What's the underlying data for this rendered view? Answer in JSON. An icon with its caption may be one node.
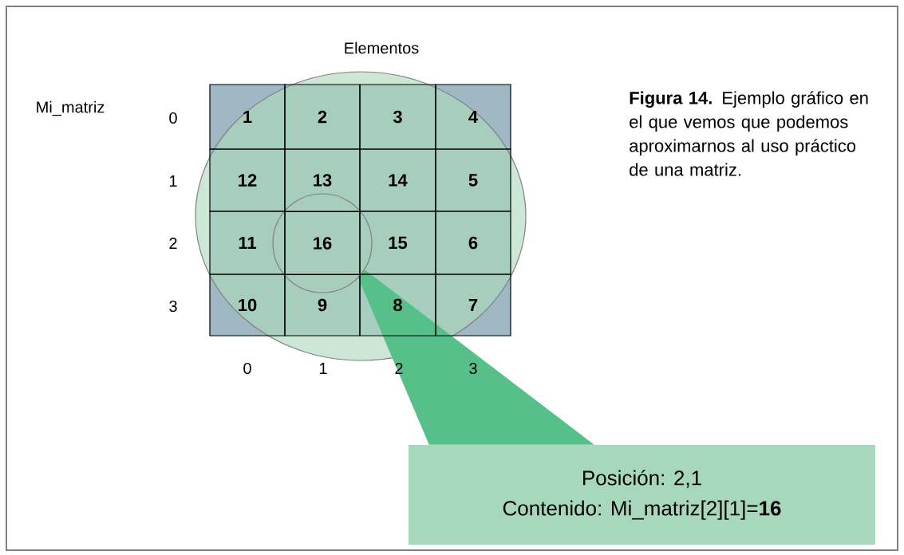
{
  "diagram": {
    "caption": "**Figura 14.** Ejemplo gráfico en el que vemos que podemos aproximarnos al uso práctico de una matriz.",
    "nodes": [
      {
        "text": [
          "1"
        ]
      },
      {
        "text": [
          "2"
        ]
      },
      {
        "text": [
          "3"
        ]
      },
      {
        "text": [
          "4"
        ]
      },
      {
        "text": [
          "12"
        ]
      },
      {
        "text": [
          "13"
        ]
      },
      {
        "text": [
          "14"
        ]
      },
      {
        "text": [
          "5"
        ]
      },
      {
        "text": [
          "11"
        ]
      },
      {
        "text": [
          "16"
        ],
        "in": 16
      },
      {
        "text": [
          "15"
        ]
      },
      {
        "text": [
          "6"
        ]
      },
      {
        "text": [
          "10"
        ]
      },
      {
        "text": [
          "9"
        ]
      },
      {
        "text": [
          "8"
        ]
      },
      {
        "text": [
          "7"
        ]
      },
      {
        "text": [],
        "shape": "circle"
      },
      {
        "text": [
          "Posición: 2,1",
          "Contenido: Mi_matriz[2][1]=**16**"
        ]
      }
    ],
    "edges": [
      {
        "from": 16,
        "to": 17,
        "arrow": "none"
      }
    ],
    "labels": [
      "Elementos",
      "Mi_matriz",
      "0",
      "1",
      "2",
      "3",
      "0",
      "1",
      "2",
      "3"
    ]
  }
}
